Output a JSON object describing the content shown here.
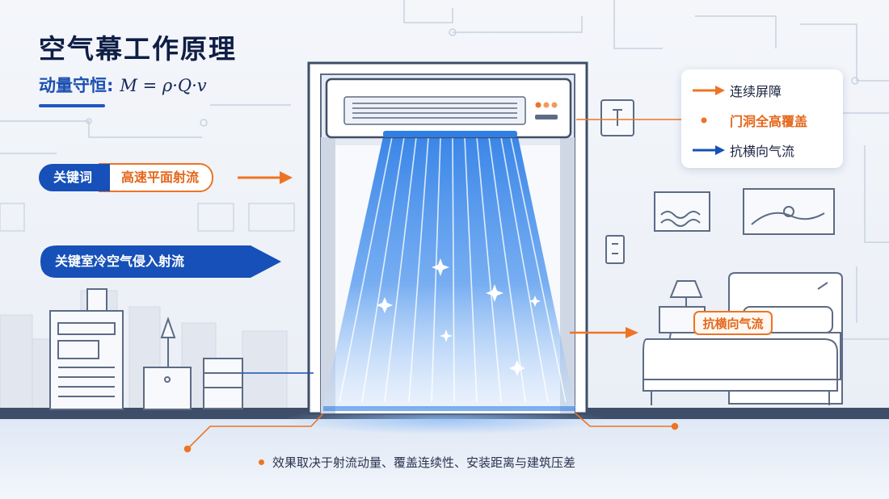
{
  "diagram": {
    "title": "空气幕工作原理",
    "formula_label": "动量守恒:",
    "formula": "M = ρ·Q·v",
    "keyword_label": "关键词",
    "keyword_value": "高速平面射流",
    "keyword2_text": "关键室冷空气侵入射流",
    "legend": [
      {
        "label": "连续屏障",
        "marker": "orange-arrow"
      },
      {
        "label": "门洞全高覆盖",
        "marker": "orange-dot"
      },
      {
        "label": "抗横向气流",
        "marker": "blue-arrow"
      }
    ],
    "room_tag": "抗横向气流",
    "note": "效果取决于射流动量、覆盖连续性、安装距离与建筑压差"
  },
  "colors": {
    "blue": "#1650b8",
    "orange": "#ee7424",
    "navy": "#0e1e45",
    "background": "#f1f4f9"
  }
}
